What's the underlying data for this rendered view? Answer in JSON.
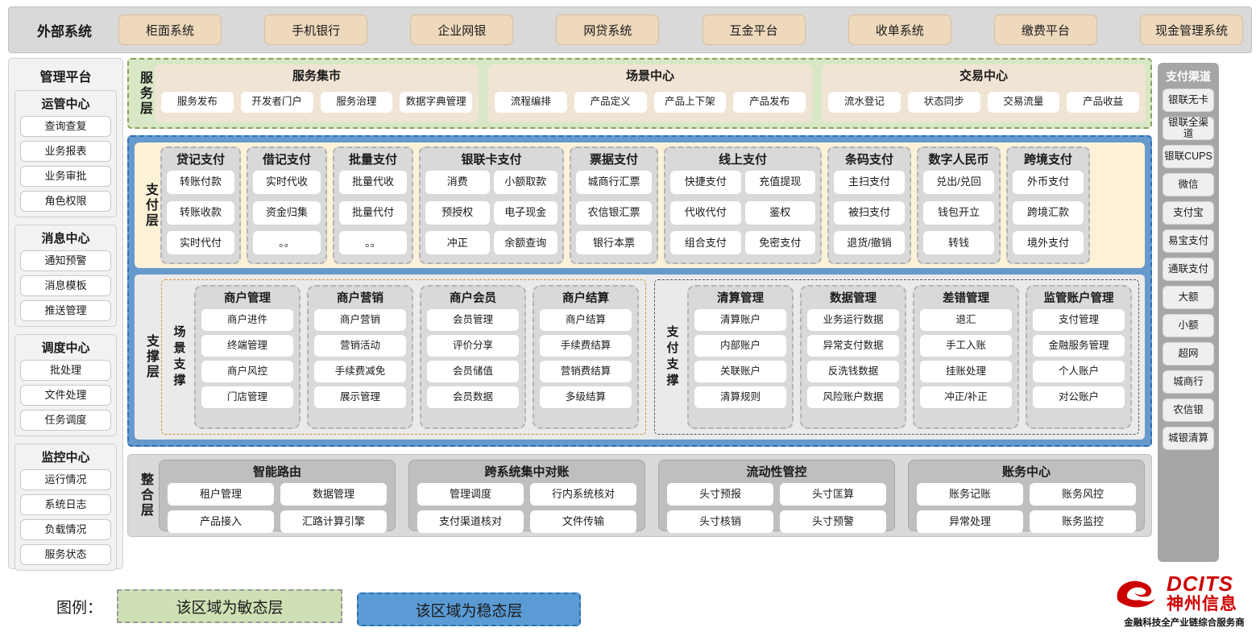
{
  "external": {
    "label": "外部系统",
    "systems": [
      "柜面系统",
      "手机银行",
      "企业网银",
      "网贷系统",
      "互金平台",
      "收单系统",
      "缴费平台",
      "现金管理系统"
    ]
  },
  "admin": {
    "title": "管理平台",
    "groups": [
      {
        "title": "运管中心",
        "items": [
          "查询查复",
          "业务报表",
          "业务审批",
          "角色权限"
        ]
      },
      {
        "title": "消息中心",
        "items": [
          "通知预警",
          "消息模板",
          "推送管理"
        ]
      },
      {
        "title": "调度中心",
        "items": [
          "批处理",
          "文件处理",
          "任务调度"
        ]
      },
      {
        "title": "监控中心",
        "items": [
          "运行情况",
          "系统日志",
          "负载情况",
          "服务状态"
        ]
      }
    ]
  },
  "channels": {
    "title": "支付渠道",
    "items": [
      "银联无卡",
      "银联全渠道",
      "银联CUPS",
      "微信",
      "支付宝",
      "易宝支付",
      "通联支付",
      "大额",
      "小额",
      "超网",
      "城商行",
      "农信银",
      "城银清算"
    ]
  },
  "service_layer": {
    "label": "服务层",
    "cards": [
      {
        "title": "服务集市",
        "items": [
          "服务发布",
          "开发者门户",
          "服务治理",
          "数据字典管理"
        ]
      },
      {
        "title": "场景中心",
        "items": [
          "流程编排",
          "产品定义",
          "产品上下架",
          "产品发布"
        ]
      },
      {
        "title": "交易中心",
        "items": [
          "流水登记",
          "状态同步",
          "交易流量",
          "产品收益"
        ]
      }
    ]
  },
  "pay_layer": {
    "label": "支付层",
    "groups": [
      {
        "title": "贷记支付",
        "cols": 1,
        "items": [
          "转账付款",
          "转账收款",
          "实时代付"
        ]
      },
      {
        "title": "借记支付",
        "cols": 1,
        "items": [
          "实时代收",
          "资金归集",
          "。。"
        ]
      },
      {
        "title": "批量支付",
        "cols": 1,
        "items": [
          "批量代收",
          "批量代付",
          "。。"
        ]
      },
      {
        "title": "银联卡支付",
        "cols": 2,
        "items": [
          "消费",
          "小额取款",
          "预授权",
          "电子现金",
          "冲正",
          "余额查询"
        ]
      },
      {
        "title": "票据支付",
        "cols": 1,
        "items": [
          "城商行汇票",
          "农信银汇票",
          "银行本票"
        ]
      },
      {
        "title": "线上支付",
        "cols": 2,
        "items": [
          "快捷支付",
          "充值提现",
          "代收代付",
          "鉴权",
          "组合支付",
          "免密支付"
        ]
      },
      {
        "title": "条码支付",
        "cols": 1,
        "items": [
          "主扫支付",
          "被扫支付",
          "退货/撤销"
        ]
      },
      {
        "title": "数字人民币",
        "cols": 1,
        "items": [
          "兑出/兑回",
          "钱包开立",
          "转钱"
        ]
      },
      {
        "title": "跨境支付",
        "cols": 1,
        "items": [
          "外币支付",
          "跨境汇款",
          "境外支付"
        ]
      }
    ]
  },
  "support_layer": {
    "label": "支撑层",
    "zones": [
      {
        "label": "场景支撑",
        "columns": [
          {
            "title": "商户管理",
            "items": [
              "商户进件",
              "终端管理",
              "商户风控",
              "门店管理"
            ]
          },
          {
            "title": "商户营销",
            "items": [
              "商户营销",
              "营销活动",
              "手续费减免",
              "展示管理"
            ]
          },
          {
            "title": "商户会员",
            "items": [
              "会员管理",
              "评价分享",
              "会员储值",
              "会员数据"
            ]
          },
          {
            "title": "商户结算",
            "items": [
              "商户结算",
              "手续费结算",
              "营销费结算",
              "多级结算"
            ]
          }
        ]
      },
      {
        "label": "支付支撑",
        "columns": [
          {
            "title": "清算管理",
            "items": [
              "清算账户",
              "内部账户",
              "关联账户",
              "清算规则"
            ]
          },
          {
            "title": "数据管理",
            "items": [
              "业务运行数据",
              "异常支付数据",
              "反洗钱数据",
              "风险账户数据"
            ]
          },
          {
            "title": "差错管理",
            "items": [
              "退汇",
              "手工入账",
              "挂账处理",
              "冲正/补正"
            ]
          },
          {
            "title": "监管账户管理",
            "items": [
              "支付管理",
              "金融服务管理",
              "个人账户",
              "对公账户"
            ]
          }
        ]
      }
    ]
  },
  "integration_layer": {
    "label": "整合层",
    "cards": [
      {
        "title": "智能路由",
        "items": [
          "租户管理",
          "数据管理",
          "产品接入",
          "汇路计算引擎"
        ]
      },
      {
        "title": "跨系统集中对账",
        "items": [
          "管理调度",
          "行内系统核对",
          "支付渠道核对",
          "文件传输"
        ]
      },
      {
        "title": "流动性管控",
        "items": [
          "头寸预报",
          "头寸匡算",
          "头寸核销",
          "头寸预警"
        ]
      },
      {
        "title": "账务中心",
        "items": [
          "账务记账",
          "账务风控",
          "异常处理",
          "账务监控"
        ]
      }
    ]
  },
  "legend": {
    "label": "图例：",
    "agile": "该区域为敏态层",
    "stable": "该区域为稳态层"
  },
  "logo": {
    "brand_en": "DCITS",
    "brand_cn": "神州信息",
    "tagline": "金融科技全产业链综合服务商"
  },
  "colors": {
    "agile_green": "#d8e8c6",
    "stable_blue": "#6699cc",
    "pay_yellow": "#fdf2d8",
    "external_tan": "#eed9bd",
    "brand_red": "#cc0000"
  }
}
